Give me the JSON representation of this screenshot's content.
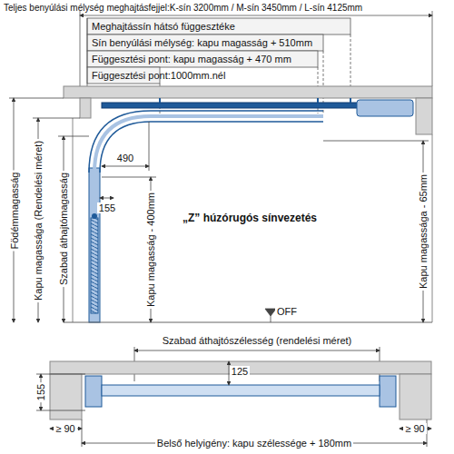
{
  "diagram": {
    "labels": [
      "Teljes benyúlási mélység meghajtásfejjel:K-sín 3200mm / M-sín 3450mm / L-sín 4125mm",
      "Meghajtássín hátsó függesztéke",
      "Sín benyúlási mélység: kapu magasság + 510mm",
      "Függesztési pont: kapu magasság + 470 mm",
      "Függesztési pont:1000mm.nél",
      "Födémmagasság",
      "Kapu magassága (Rendelési méret)",
      "Szabad áthajtómagasság",
      "490",
      "155",
      "Kapu magasság - 400mm",
      "„Z” húzórugós sínvezetés",
      "Kapu magassága - 65mm",
      "OFF",
      "Szabad áthajtószélesség (rendelési méret)",
      "125",
      "155",
      "≥ 90",
      "≥ 90",
      "Belső helyigény: kapu szélessége + 180mm"
    ]
  }
}
